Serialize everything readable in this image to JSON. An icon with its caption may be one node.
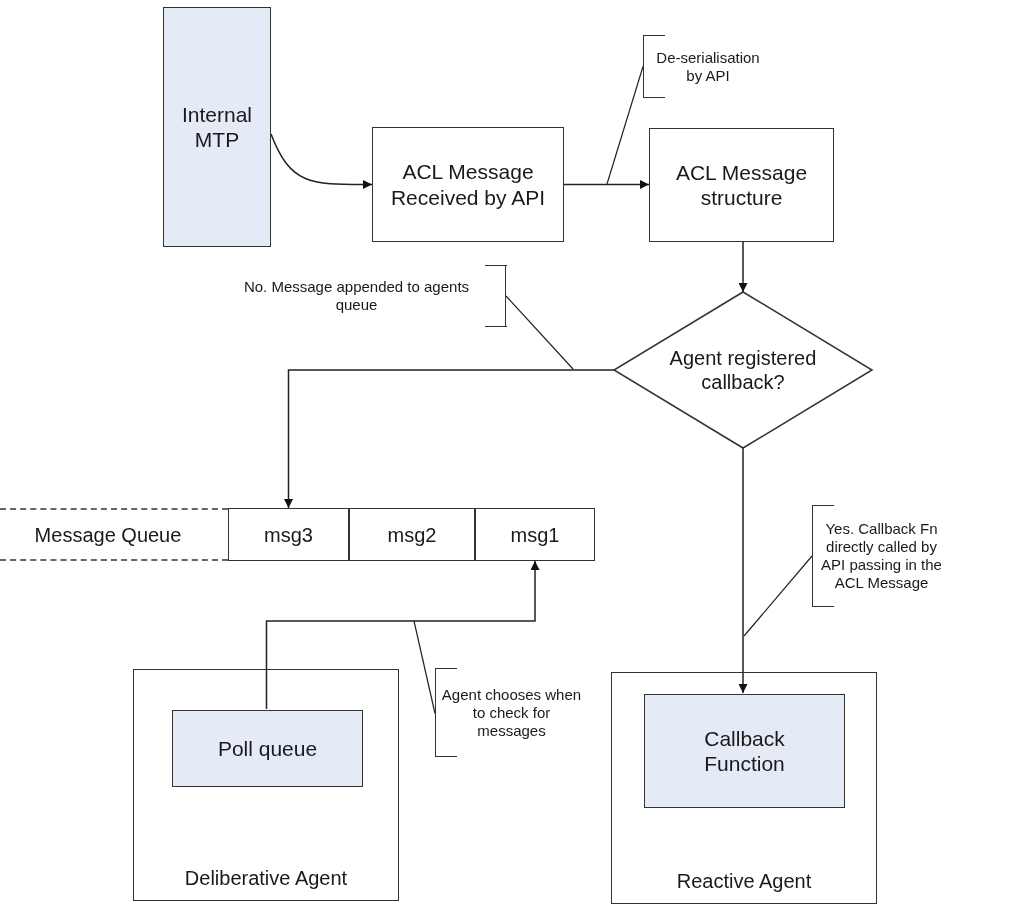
{
  "diagram": {
    "nodes": [
      {
        "text": [
          "Internal MTP"
        ]
      },
      {
        "text": [
          "ACL Message Received by API"
        ]
      },
      {
        "text": [
          "De-serialisation by API"
        ]
      },
      {
        "text": [
          "ACL Message structure"
        ]
      },
      {
        "text": [
          "No. Message appended to agents queue"
        ]
      },
      {
        "text": [
          "Agent registered callback?"
        ]
      },
      {
        "text": [
          "Message Queue"
        ]
      },
      {
        "text": [
          "msg3"
        ]
      },
      {
        "text": [
          "msg2"
        ]
      },
      {
        "text": [
          "msg1"
        ]
      },
      {
        "text": [
          "Yes. Callback Fn directly called by API passing in the ACL Message"
        ]
      },
      {
        "text": [
          "Deliberative Agent"
        ]
      },
      {
        "text": [
          "Poll queue"
        ],
        "in": 11
      },
      {
        "text": [
          "Agent chooses when to check for messages"
        ]
      },
      {
        "text": [
          "Reactive Agent"
        ]
      },
      {
        "text": [
          "Callback Function"
        ],
        "in": 14
      }
    ],
    "edges": [
      {
        "from": 0,
        "to": 1,
        "arrow": "to"
      },
      {
        "from": 1,
        "to": 3,
        "arrow": "to"
      },
      {
        "from": 3,
        "to": 5,
        "arrow": "to"
      },
      {
        "from": 5,
        "to": 7,
        "arrow": "to"
      },
      {
        "from": 5,
        "to": 15,
        "arrow": "to"
      },
      {
        "from": 12,
        "to": 9,
        "arrow": "to"
      },
      {
        "from": 2,
        "to": null,
        "arrow": "none"
      },
      {
        "from": 4,
        "to": null,
        "arrow": "none"
      },
      {
        "from": 10,
        "to": null,
        "arrow": "none"
      },
      {
        "from": 13,
        "to": null,
        "arrow": "none"
      }
    ]
  }
}
